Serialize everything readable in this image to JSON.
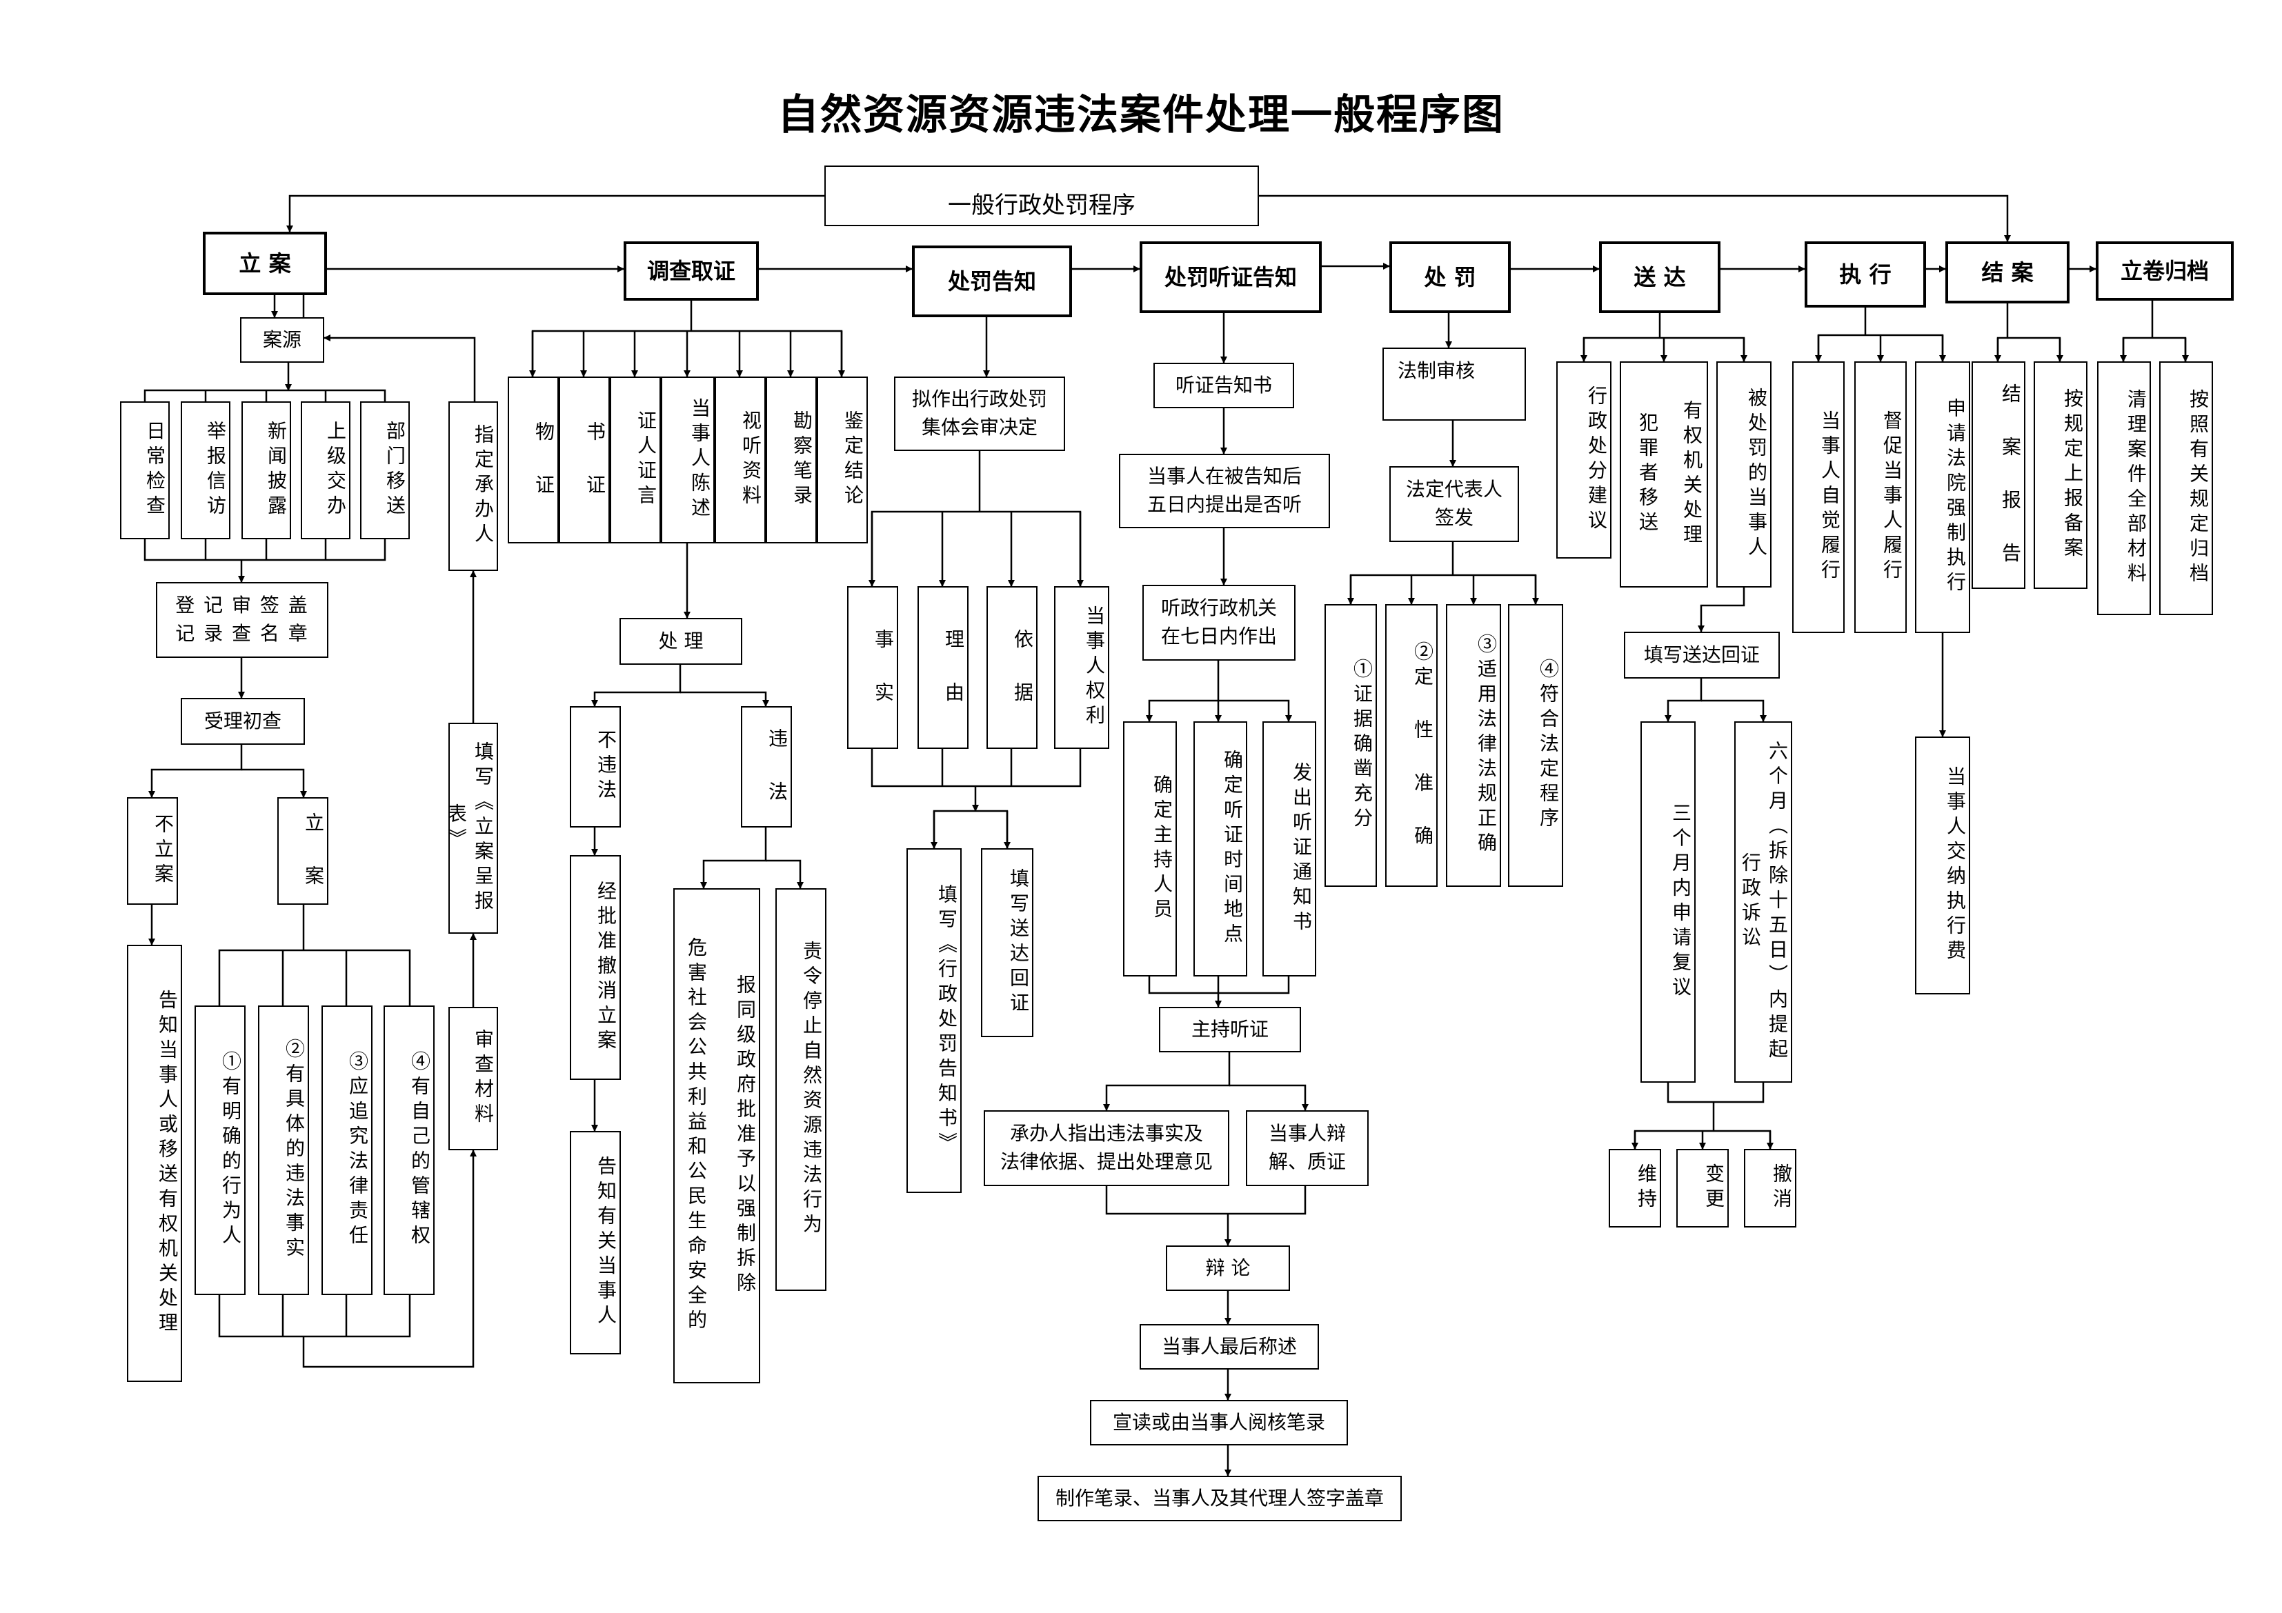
{
  "title": "自然资源资源违法案件处理一般程序图",
  "top_banner": "一般行政处罚程序",
  "stages": [
    "立 案",
    "调查取证",
    "处罚告知",
    "处罚听证告知",
    "处 罚",
    "送 达",
    "执 行",
    "结 案",
    "立卷归档"
  ],
  "lian": {
    "anyuan": "案源",
    "sources": [
      "日常检查",
      "举报信访",
      "新闻披露",
      "上级交办",
      "部门移送"
    ],
    "zhiding": "指定承办人",
    "dengji": "登 记 审 签 盖\n记 录 查 名 章",
    "shouli": "受理初查",
    "bulian": "不立案",
    "lian2": "立 案",
    "gaozhi": "告知当事人或移送有权机关处理",
    "conditions": [
      "①有明确的行为人",
      "②有具体的违法事实",
      "③应追究法律责任",
      "④有自己的管辖权"
    ],
    "shencha": "审查材料",
    "tianxie": "填写《立案呈报表》"
  },
  "diaocha": {
    "evidence": [
      "物 证",
      "书 证",
      "证人证言",
      "当事人陈述",
      "视听资料",
      "勘察笔录",
      "鉴定结论"
    ],
    "chuli": "处 理",
    "buweifa": "不违法",
    "weifa": "违 法",
    "chexiao": "经批准撤消立案",
    "gaozhi": "告知有关当事人",
    "chaichu": "报同级政府批准予以强制拆除",
    "weihai": "危害社会公共利益和公民生命安全的",
    "zeling": "责令停止自然资源违法行为"
  },
  "gaozhi": {
    "niding": "拟作出行政处罚\n集体会审决定",
    "items": [
      "事 实",
      "理 由",
      "依 据",
      "当事人权利"
    ],
    "tianxie_gz": "填写《行政处罚告知书》",
    "tianxie_hz": "填写送达回证"
  },
  "tingzheng": {
    "shu": "听证告知书",
    "wuri": "当事人在被告知后\n五日内提出是否听",
    "qiri": "听政行政机关\n在七日内作出",
    "items": [
      "确定主持人员",
      "确定听证时间地点",
      "发出听证通知书"
    ],
    "zhuchi": "主持听证",
    "chengban": "承办人指出违法事实及\n法律依据、提出处理意见",
    "bianjie": "当事人辩\n解、质证",
    "bianlun": "辩 论",
    "zuihou": "当事人最后称述",
    "xuandu": "宣读或由当事人阅核笔录",
    "zhizuo": "制作笔录、当事人及其代理人签字盖章"
  },
  "chufa": {
    "fazhi": "法制审核",
    "fading": "法定代表人\n签发",
    "items": [
      "①证据确凿充分",
      "②定 性 准 确",
      "③适用法律法规正确",
      "④符合法定程序"
    ]
  },
  "songda": {
    "xingzheng": "行政处分建议",
    "fanzui": "犯罪者移送",
    "youquan": "有权机关处理",
    "bei": "被处罚的当事人",
    "huizheng": "填写送达回证",
    "sange": "三个月内申请复议",
    "liuge": "六个月（拆除十五日）内提起行政诉讼",
    "results": [
      "维持",
      "变更",
      "撤消"
    ]
  },
  "zhixing": {
    "items": [
      "当事人自觉履行",
      "督促当事人履行",
      "申请法院强制执行"
    ],
    "jiaona": "当事人交纳执行费"
  },
  "jiean": {
    "items": [
      "结 案 报 告",
      "按规定上报备案"
    ]
  },
  "guidang": {
    "items": [
      "清理案件全部材料",
      "按照有关规定归档"
    ]
  }
}
